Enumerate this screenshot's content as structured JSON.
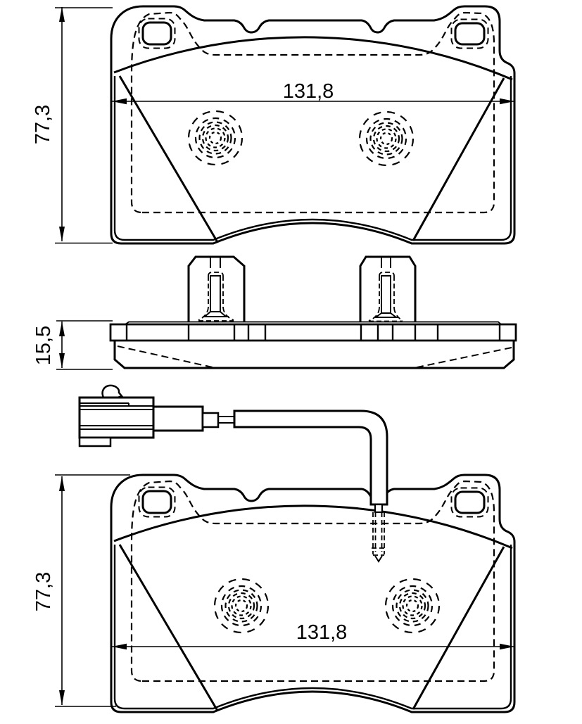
{
  "dimensions": {
    "top_view": {
      "width": "131,8",
      "height": "77,3"
    },
    "side_view": {
      "thickness": "15,5"
    },
    "bottom_view": {
      "width": "131,8",
      "height": "77,3"
    }
  },
  "colors": {
    "line": "#000000",
    "background": "#ffffff"
  }
}
